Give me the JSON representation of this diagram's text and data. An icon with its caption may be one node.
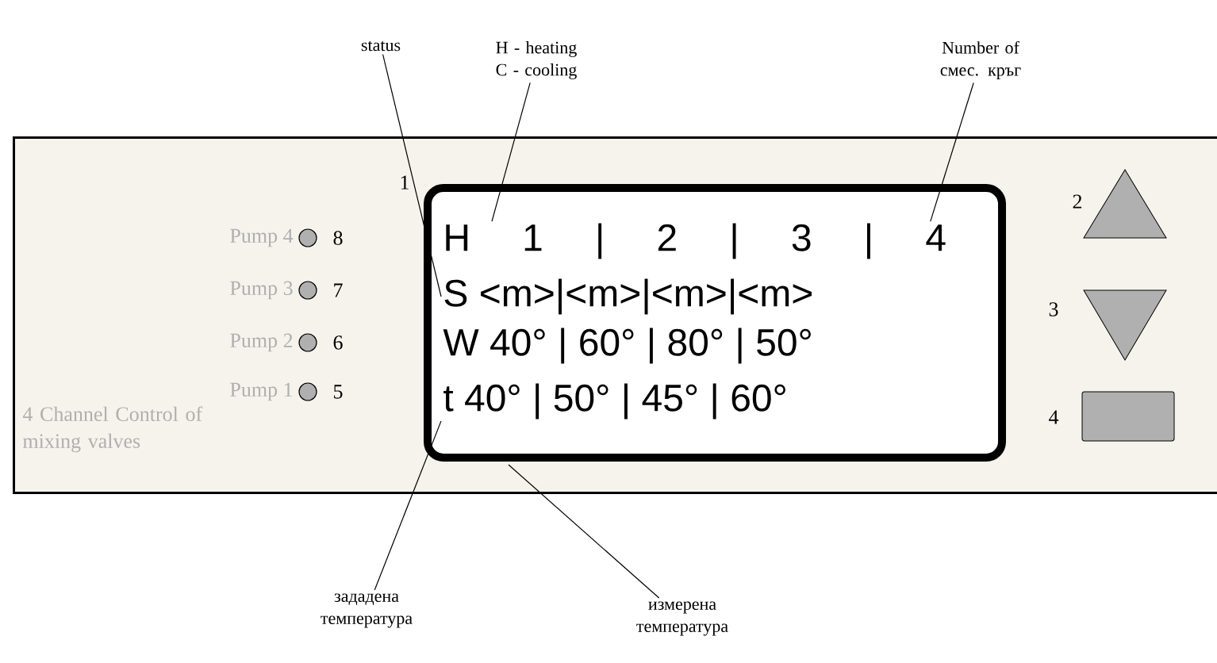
{
  "diagram": {
    "nodes": [
      {
        "text": [
          "4 Channel Control of mixing valves"
        ]
      },
      {
        "text": [],
        "shape": "box",
        "in": 0,
        "beside": [
          "1"
        ]
      },
      {
        "text": [
          "H 1 | 2 | 3 | 4"
        ],
        "in": 1
      },
      {
        "text": [
          "S <m>|<m>|<m>|<m>"
        ],
        "in": 1
      },
      {
        "text": [
          "W 40° | 60° | 80° | 50°"
        ],
        "in": 1
      },
      {
        "text": [
          "t 40° | 50° | 45° | 60°"
        ],
        "in": 1
      },
      {
        "text": [
          "status"
        ]
      },
      {
        "text": [
          "H - heating C - cooling"
        ]
      },
      {
        "text": [
          "Number of смес. кръг"
        ]
      },
      {
        "text": [
          "зададена температура"
        ]
      },
      {
        "text": [
          "измерена температура"
        ]
      }
    ],
    "edges": [
      {
        "from": 6,
        "to": 3,
        "arrow": "none"
      },
      {
        "from": 7,
        "to": 2,
        "arrow": "none"
      },
      {
        "from": 8,
        "to": 2,
        "arrow": "none"
      },
      {
        "from": 9,
        "to": 5,
        "arrow": "none"
      },
      {
        "from": 10,
        "to": 1,
        "arrow": "none"
      }
    ],
    "labels": [
      "2",
      "Pump 4",
      "8",
      "Pump 3",
      "7",
      "3",
      "Pump 2",
      "6",
      "Pump 1",
      "5",
      "4"
    ]
  }
}
